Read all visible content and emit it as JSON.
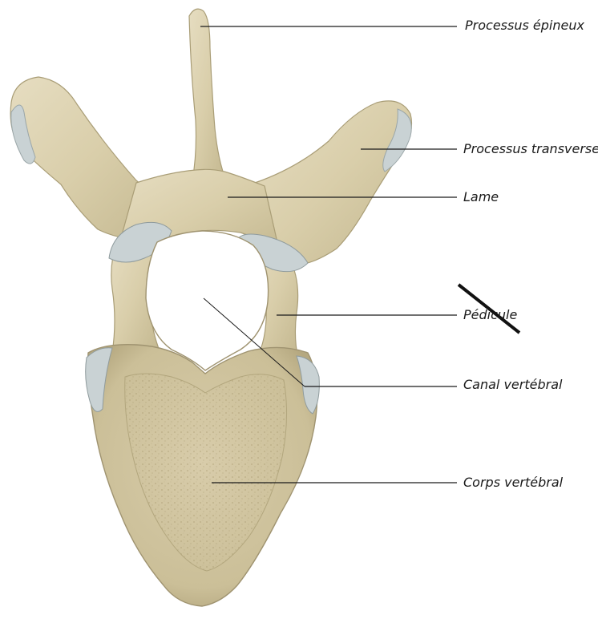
{
  "labels": {
    "spinous": "Processus épineux",
    "transverse": "Processus transverse",
    "lamina": "Lame",
    "pedicle": "Pédicule",
    "canal": "Canal vertébral",
    "body": "Corps vertébral"
  },
  "colors": {
    "bone": "#ddd3b4",
    "bone_shadow": "#b9ad86",
    "bone_dark": "#8f845f",
    "cartilage": "#c9d2d4",
    "line": "#1a1a1a",
    "strike": "#111111"
  }
}
